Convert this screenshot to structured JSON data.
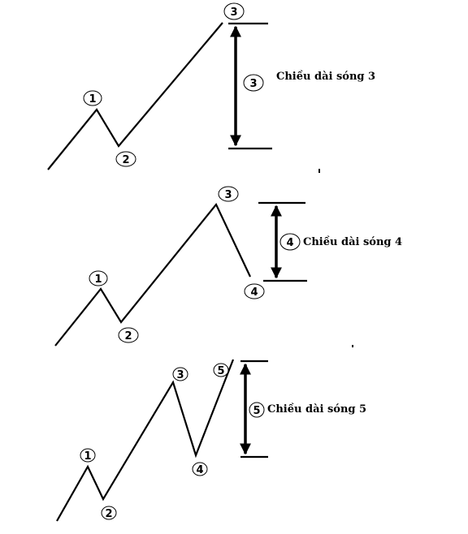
{
  "panels": [
    {
      "id": "wave-3",
      "markers": [
        "1",
        "2",
        "3"
      ],
      "measure_marker": "3",
      "caption": "Chiều dài sóng  3"
    },
    {
      "id": "wave-4",
      "markers": [
        "1",
        "2",
        "3",
        "4"
      ],
      "measure_marker": "4",
      "caption": "Chiều dài sóng 4"
    },
    {
      "id": "wave-5",
      "markers": [
        "1",
        "2",
        "3",
        "4",
        "5"
      ],
      "measure_marker": "5",
      "caption": "Chiều dài sóng 5"
    }
  ],
  "colors": {
    "line": "#000000",
    "background": "#ffffff"
  }
}
